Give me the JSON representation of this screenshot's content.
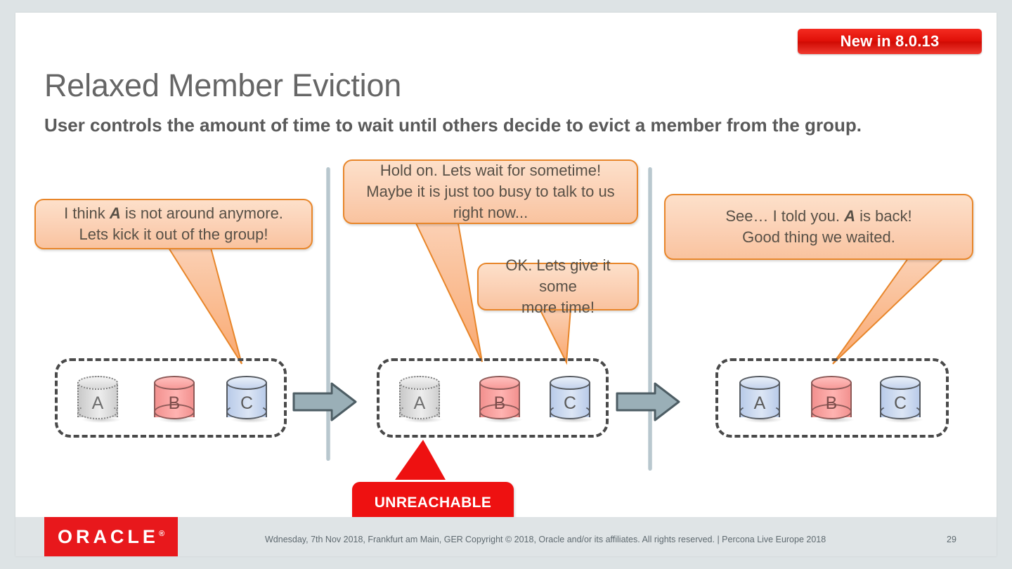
{
  "badge": {
    "label": "New in 8.0.13",
    "color": "#e01008"
  },
  "slide": {
    "title": "Relaxed Member Eviction",
    "subtitle": "User controls the amount of time to wait until others decide to evict a member from the group."
  },
  "bubbles": [
    {
      "id": "bubble-kick-out",
      "lines": [
        "I think ",
        "A",
        " is not around anymore."
      ],
      "line1_pre": "I think ",
      "line1_em": "A",
      "line1_post": " is not around anymore.",
      "line2": "Lets kick it out of the group!"
    },
    {
      "id": "bubble-hold-on",
      "line1": "Hold on. Lets wait for sometime!",
      "line2": "Maybe it is just too busy to talk to us",
      "line3": "right now..."
    },
    {
      "id": "bubble-more-time",
      "line1": "OK. Lets give it some",
      "line2": "more time!"
    },
    {
      "id": "bubble-told-you",
      "line1_pre": "See… I told you. ",
      "line1_em": "A",
      "line1_post": " is back!",
      "line2": "Good thing we waited."
    }
  ],
  "callout": {
    "unreachable_label": "UNREACHABLE",
    "color": "#ee1111"
  },
  "groups": [
    {
      "name": "group-state-1",
      "members": [
        {
          "label": "A",
          "state": "offline"
        },
        {
          "label": "B",
          "state": "primary"
        },
        {
          "label": "C",
          "state": "online"
        }
      ]
    },
    {
      "name": "group-state-2",
      "members": [
        {
          "label": "A",
          "state": "offline"
        },
        {
          "label": "B",
          "state": "primary"
        },
        {
          "label": "C",
          "state": "online"
        }
      ]
    },
    {
      "name": "group-state-3",
      "members": [
        {
          "label": "A",
          "state": "online"
        },
        {
          "label": "B",
          "state": "primary"
        },
        {
          "label": "C",
          "state": "online"
        }
      ]
    }
  ],
  "colors": {
    "online": "#c4d3ec",
    "primary": "#f79a98",
    "offline": "#d8d8d8",
    "bubble_fill": "#fbd0b4",
    "bubble_border": "#e8862a",
    "arrow_fill": "#9aafb7"
  },
  "footer": {
    "logo": "ORACLE",
    "logo_mark": "®",
    "date_location": "Wdnesday, 7th Nov 2018, Frankfurt am Main, GER",
    "copyright": "Copyright © 2018, Oracle and/or its affiliates. All rights reserved.  |  Percona Live Europe 2018",
    "page_number": "29"
  }
}
